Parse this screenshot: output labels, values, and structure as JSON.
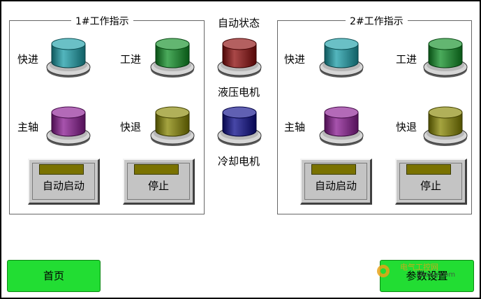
{
  "panel1": {
    "title": "1#工作指示",
    "labels": {
      "fast_forward": "快进",
      "work_feed": "工进",
      "spindle": "主轴",
      "fast_return": "快退"
    },
    "buttons": {
      "auto_start": "自动启动",
      "stop": "停止"
    }
  },
  "center": {
    "title": "自动状态",
    "hydraulic_motor": "液压电机",
    "cooling_motor": "冷却电机"
  },
  "panel2": {
    "title": "2#工作指示",
    "labels": {
      "fast_forward": "快进",
      "work_feed": "工进",
      "spindle": "主轴",
      "fast_return": "快退"
    },
    "buttons": {
      "auto_start": "自动启动",
      "stop": "停止"
    }
  },
  "nav": {
    "home": "首页",
    "params": "参数设置"
  },
  "watermark": {
    "line1": "电气工控网",
    "line2": "gkong.com"
  },
  "colors": {
    "lamp_cyan": "#1a9ea8",
    "lamp_green": "#0f8f25",
    "lamp_purple": "#8a1a92",
    "lamp_olive": "#878600",
    "lamp_red": "#8c0b0b",
    "lamp_blue": "#0a0a8a",
    "nav_green": "#22dd33"
  }
}
